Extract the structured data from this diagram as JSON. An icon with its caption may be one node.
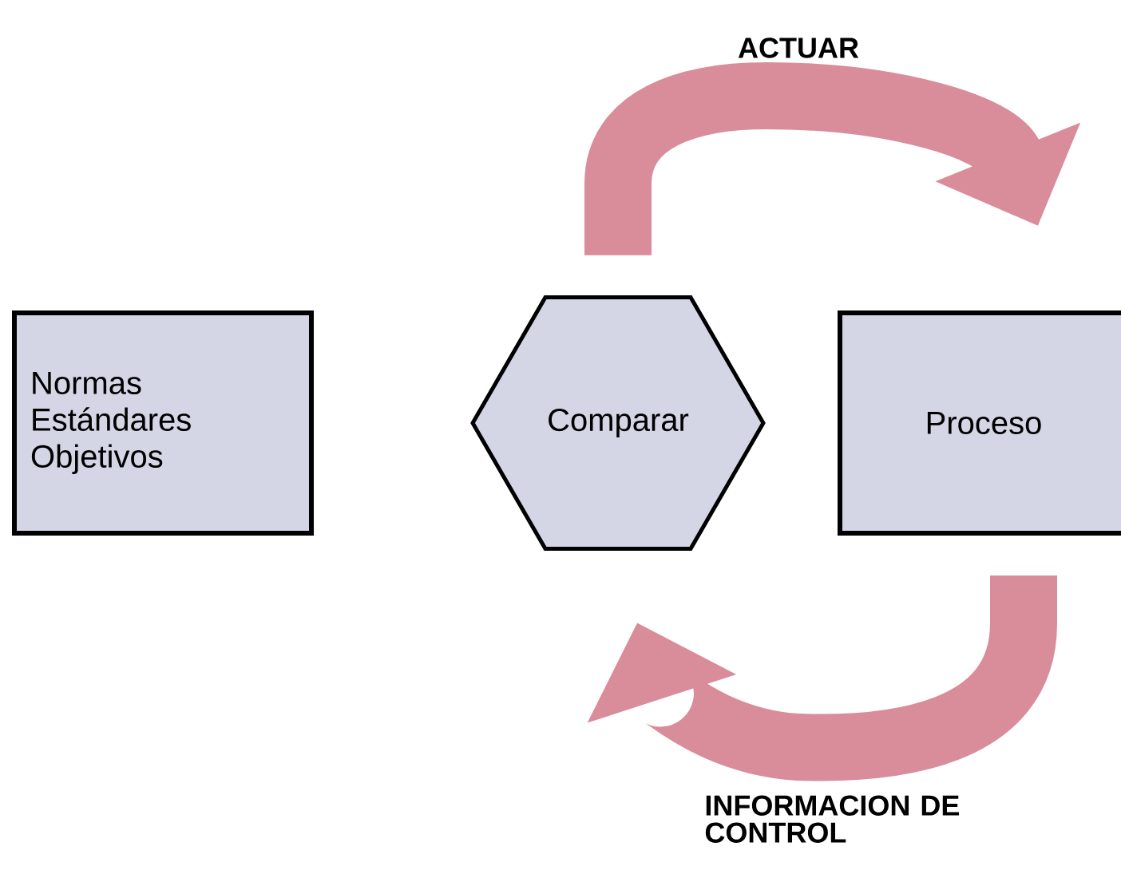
{
  "diagram": {
    "nodes": [
      {
        "text": [
          "Normas Estándares Objetivos"
        ]
      },
      {
        "text": [
          "Comparar"
        ]
      },
      {
        "text": [
          "Proceso"
        ]
      }
    ],
    "edges": [
      {
        "from": 1,
        "to": 2,
        "arrow": "to",
        "label": "ACTUAR"
      },
      {
        "from": 2,
        "to": 1,
        "arrow": "to",
        "label": "INFORMACION DE CONTROL"
      }
    ]
  }
}
